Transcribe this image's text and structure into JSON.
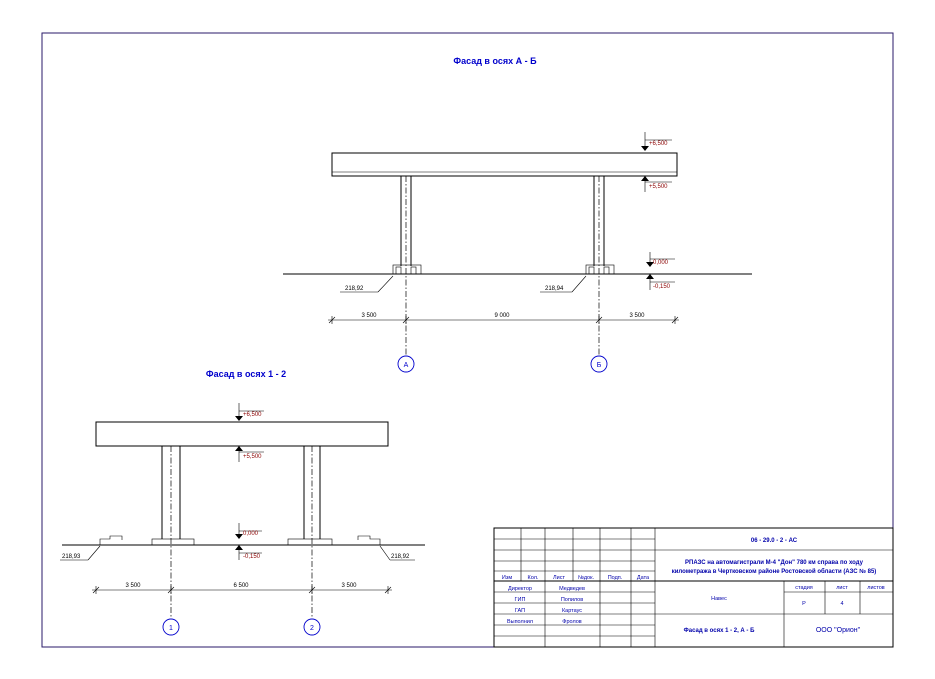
{
  "view1": {
    "title": "Фасад в осях А - Б",
    "marks": [
      "+6,500",
      "+5,500",
      "0,000",
      "-0,150"
    ],
    "ground_levels": [
      "218,92",
      "218,94"
    ],
    "dims": [
      "3 500",
      "9 000",
      "3 500"
    ],
    "axes": [
      "А",
      "Б"
    ]
  },
  "view2": {
    "title": "Фасад в осях 1 - 2",
    "marks": [
      "+6,500",
      "+5,500",
      "0,000",
      "-0,150"
    ],
    "ground_levels": [
      "218,93",
      "218,92"
    ],
    "dims": [
      "3 500",
      "6 500",
      "3 500"
    ],
    "axes": [
      "1",
      "2"
    ]
  },
  "title_block": {
    "code": "06 - 29.0 - 2 - АС",
    "project_line1": "РПАЗС на автомагистрали М-4 \"Дон\" 780 км справа по ходу",
    "project_line2": "километража в Чертковском районе Ростовской области (АЗС № 85)",
    "headers": [
      "Изм",
      "Кол.",
      "Лист",
      "№док.",
      "Подп.",
      "Дата"
    ],
    "staff": [
      {
        "role": "Директор",
        "name": "Медведев"
      },
      {
        "role": "ГИП",
        "name": "Попилов"
      },
      {
        "role": "ГАП",
        "name": "Картаус"
      },
      {
        "role": "Выполнил",
        "name": "Фролов"
      }
    ],
    "object": "Навес",
    "stage_label": "стадия",
    "sheet_label": "лист",
    "sheets_label": "листов",
    "stage": "Р",
    "sheet": "4",
    "sheets": "",
    "drawing_title": "Фасад в осях 1 - 2, А - Б",
    "company": "ООО \"Орион\""
  }
}
